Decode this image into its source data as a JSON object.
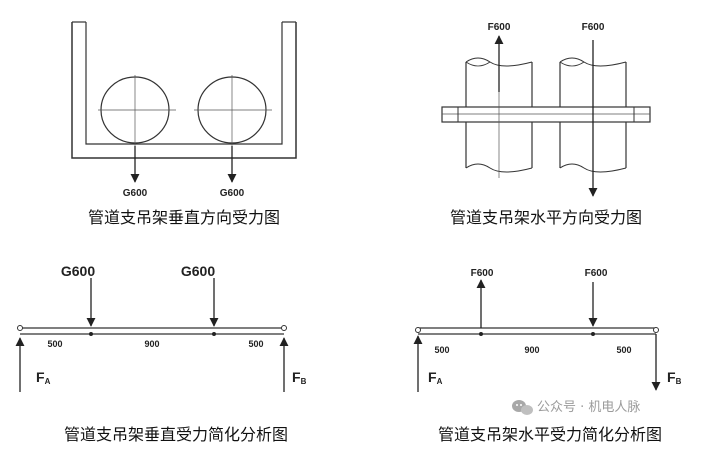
{
  "captions": {
    "top_left": "管道支吊架垂直方向受力图",
    "top_right": "管道支吊架水平方向受力图",
    "bottom_left": "管道支吊架垂直受力简化分析图",
    "bottom_right": "管道支吊架水平受力简化分析图"
  },
  "top_left": {
    "load_left": "G600",
    "load_right": "G600"
  },
  "top_right": {
    "force_left": "F600",
    "force_right": "F600"
  },
  "bottom_left": {
    "load_left": "G600",
    "load_right": "G600",
    "dim_left": "500",
    "dim_mid": "900",
    "dim_right": "500",
    "reaction_left": "F",
    "reaction_left_sub": "A",
    "reaction_right": "F",
    "reaction_right_sub": "B"
  },
  "bottom_right": {
    "force_left": "F600",
    "force_right": "F600",
    "dim_left": "500",
    "dim_mid": "900",
    "dim_right": "500",
    "reaction_left": "F",
    "reaction_left_sub": "A",
    "reaction_right": "F",
    "reaction_right_sub": "B"
  },
  "watermark": {
    "text": "公众号 · 机电人脉",
    "icon": "wechat-icon"
  }
}
